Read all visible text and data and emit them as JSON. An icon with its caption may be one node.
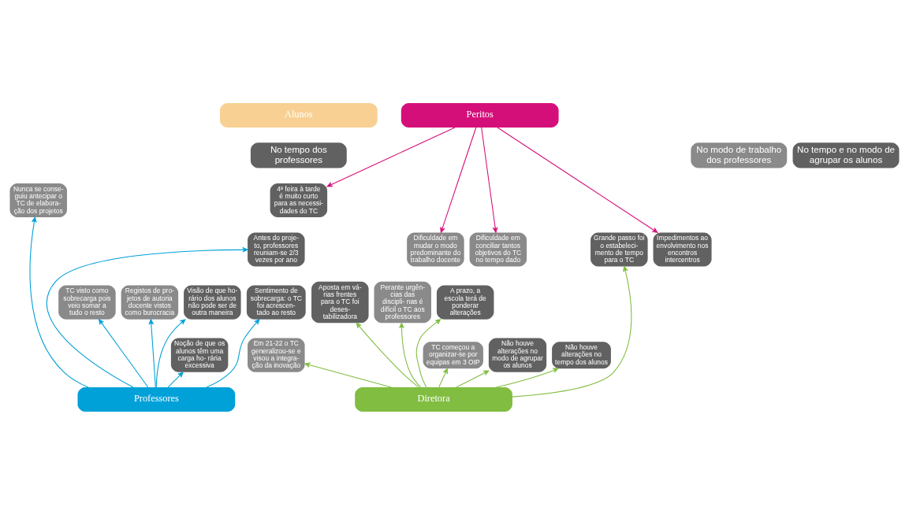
{
  "diagram": {
    "nodes": [
      {
        "text": [
          "Alunos"
        ]
      },
      {
        "text": [
          "Peritos"
        ]
      },
      {
        "text": [
          "No tempo dos professores"
        ]
      },
      {
        "text": [
          "No modo de trabalho dos professores"
        ]
      },
      {
        "text": [
          "No tempo e no modo de agrupar os alunos"
        ]
      },
      {
        "text": [
          "4ª feira à tarde é muito curto para as necessi- dades do TC"
        ]
      },
      {
        "text": [
          "Nunca se conse- guiu antecipar o TC de elabora- ção dos projetos"
        ]
      },
      {
        "text": [
          "Antes do proje- to, professores reuniam-se 2/3 vezes por ano"
        ]
      },
      {
        "text": [
          "Impedimentos ao envolvimento nos encontros intercentros"
        ]
      },
      {
        "text": [
          "Grande passo foi o estabeleci- mento de tempo para o TC"
        ]
      },
      {
        "text": [
          "Dificuldade em mudar o modo predominante do trabalho docente"
        ]
      },
      {
        "text": [
          "Dificuldade em conciliar tantos objetivos do TC no tempo dado"
        ]
      },
      {
        "text": [
          "Sentimento de sobrecarga: o TC foi acrescen- tado ao resto"
        ]
      },
      {
        "text": [
          "Aposta em vá- rias frentes para o TC foi deses- tabilizadora"
        ]
      },
      {
        "text": [
          "TC visto como sobrecarga pois veio somar a tudo o resto"
        ]
      },
      {
        "text": [
          "Registos de pro- jetos de autoria docente vistos como burocracia"
        ]
      },
      {
        "text": [
          "Perante urgên- cias das discipli- nas é difícil o TC aos professores"
        ]
      },
      {
        "text": [
          "Visão de que ho- rário dos alunos não pode ser de outra maneira"
        ]
      },
      {
        "text": [
          "A prazo, a escola terá de ponderar alterações"
        ]
      },
      {
        "text": [
          "Em 21-22 o TC generalizou-se e visou a integra- ção da inovação"
        ]
      },
      {
        "text": [
          "TC começou a organizar-se por equipas em 3 OIP"
        ]
      },
      {
        "text": [
          "Noção de que os alunos têm uma carga ho- rária excessiva"
        ]
      },
      {
        "text": [
          "Não houve alterações no modo de agrupar os alunos"
        ]
      },
      {
        "text": [
          "Não houve alterações no tempo dos alunos"
        ]
      },
      {
        "text": [
          "Professores"
        ]
      },
      {
        "text": [
          "Diretora"
        ]
      }
    ],
    "edges": [
      {
        "from": 1,
        "to": 5,
        "arrow": "to",
        "color": "#d50f7a"
      },
      {
        "from": 1,
        "to": 8,
        "arrow": "to",
        "color": "#d50f7a"
      },
      {
        "from": 1,
        "to": 10,
        "arrow": "to",
        "color": "#d50f7a"
      },
      {
        "from": 1,
        "to": 11,
        "arrow": "to",
        "color": "#d50f7a"
      },
      {
        "from": 24,
        "to": 7,
        "arrow": "to",
        "color": "#00a0d8"
      },
      {
        "from": 24,
        "to": 12,
        "arrow": "to",
        "color": "#00a0d8"
      },
      {
        "from": 24,
        "to": 6,
        "arrow": "to",
        "color": "#00a0d8"
      },
      {
        "from": 24,
        "to": 14,
        "arrow": "to",
        "color": "#00a0d8"
      },
      {
        "from": 24,
        "to": 15,
        "arrow": "to",
        "color": "#00a0d8"
      },
      {
        "from": 24,
        "to": 17,
        "arrow": "to",
        "color": "#00a0d8"
      },
      {
        "from": 24,
        "to": 21,
        "arrow": "to",
        "color": "#00a0d8"
      },
      {
        "from": 25,
        "to": 9,
        "arrow": "to"
      },
      {
        "from": 25,
        "to": 13,
        "arrow": "to"
      },
      {
        "from": 25,
        "to": 19,
        "arrow": "to"
      },
      {
        "from": 25,
        "to": 20,
        "arrow": "to"
      },
      {
        "from": 25,
        "to": 16,
        "arrow": "to"
      },
      {
        "from": 25,
        "to": 22,
        "arrow": "to"
      },
      {
        "from": 25,
        "to": 18,
        "arrow": "to"
      },
      {
        "from": 25,
        "to": 23,
        "arrow": "to"
      }
    ]
  }
}
